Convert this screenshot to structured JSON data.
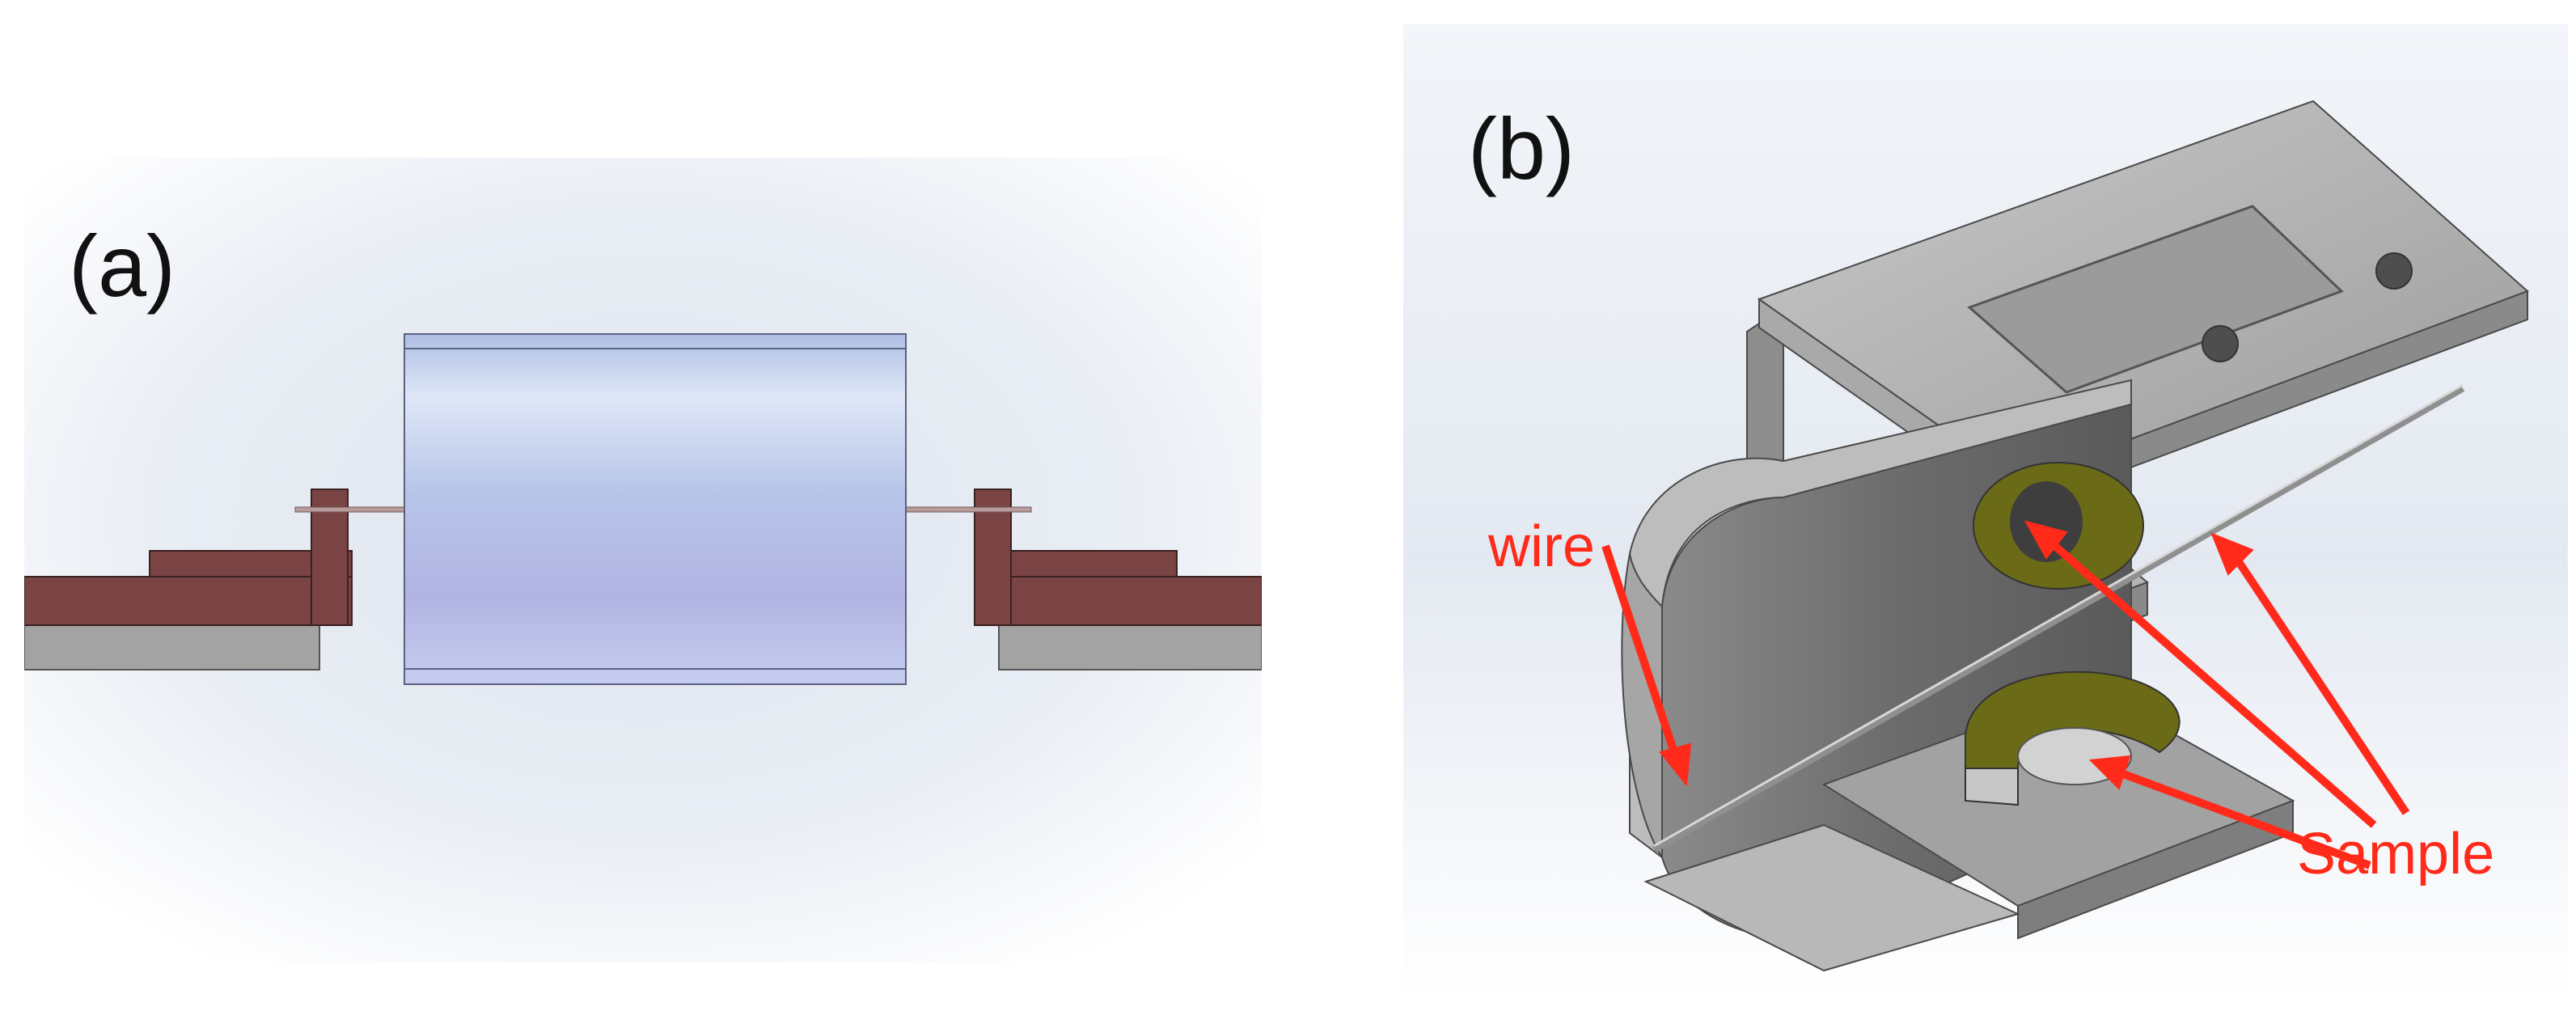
{
  "panels": {
    "a": {
      "label": "(a)"
    },
    "b": {
      "label": "(b)"
    }
  },
  "callouts": {
    "wire": "wire",
    "sample": "Sample"
  },
  "colors": {
    "callout_red": "#ff2a1a",
    "cylinder_blue": "#b9c8e6",
    "holder_maroon": "#7a4444",
    "base_gray": "#a3a3a3",
    "metal_gray": "#9a9a9a",
    "sample_olive": "#6b6a16"
  }
}
